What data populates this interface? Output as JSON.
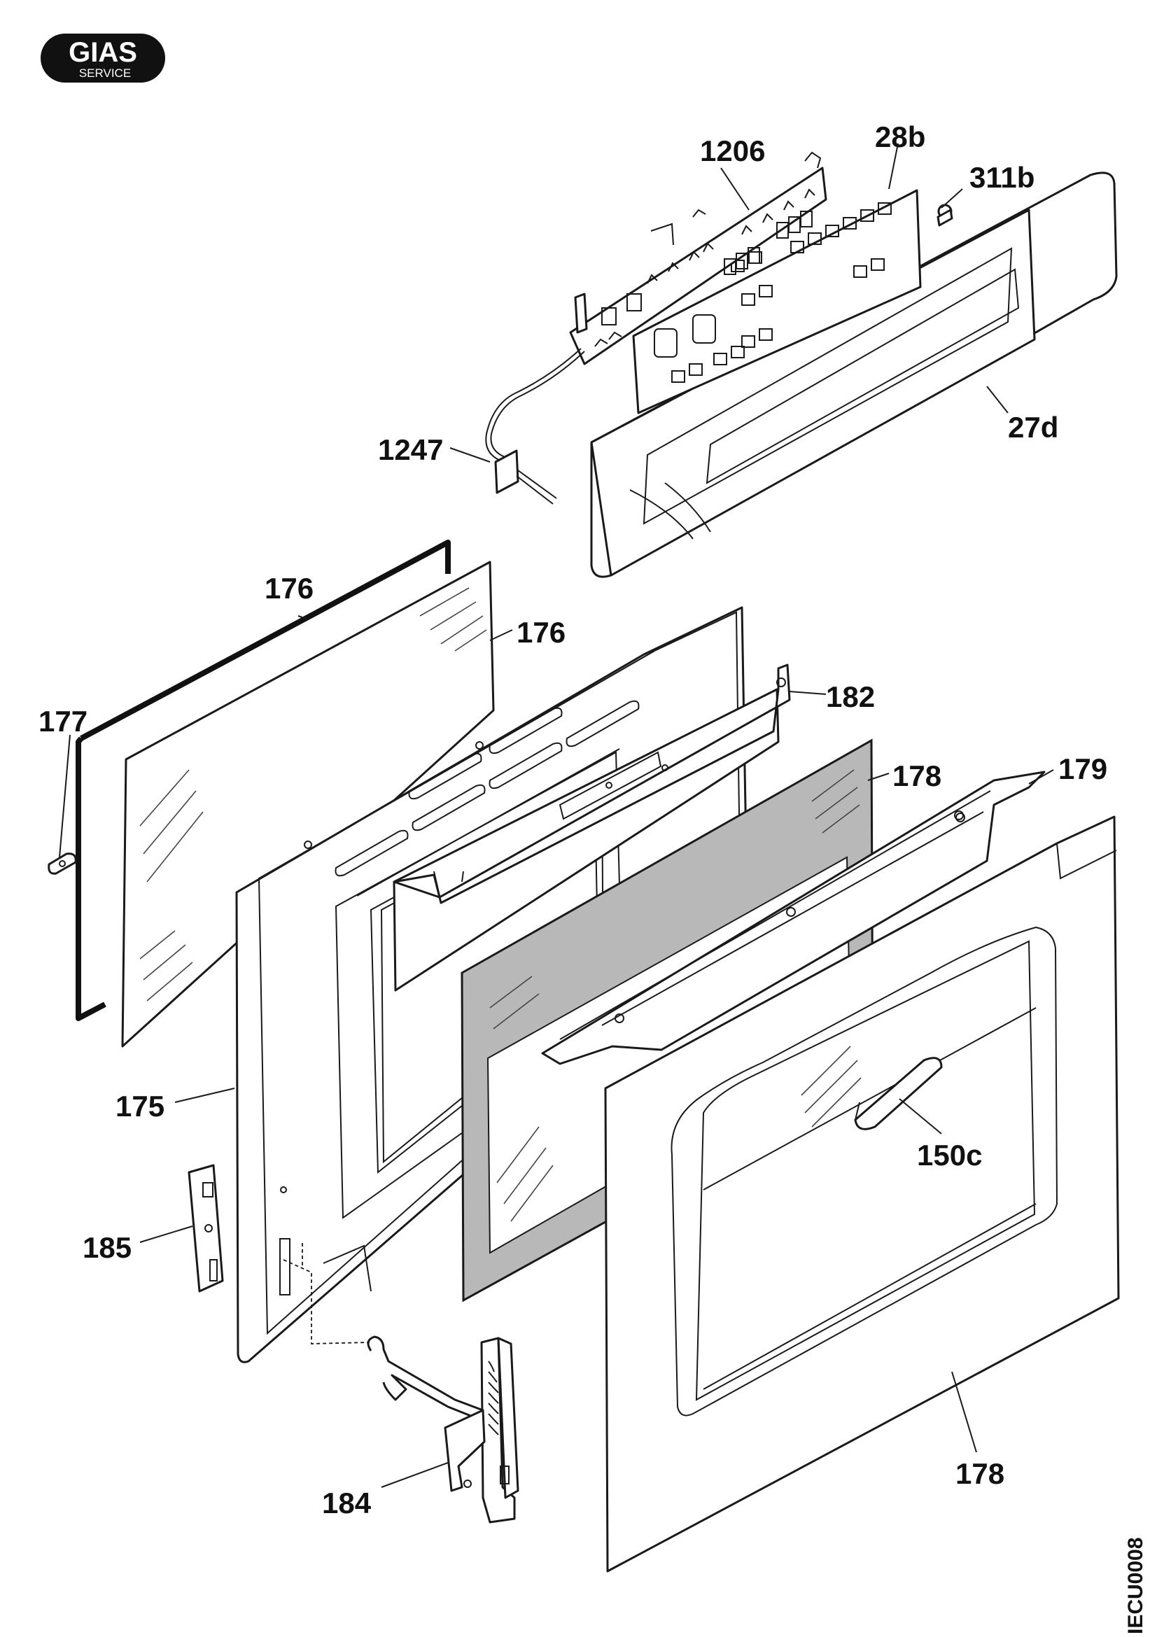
{
  "logo": {
    "brand": "GIAS",
    "sub": "SERVICE"
  },
  "drawing_code": "IECU0008",
  "colors": {
    "line": "#1a1a1a",
    "glass_tint": "#b8b8b8",
    "paper": "#ffffff"
  },
  "labels": {
    "p1206": "1206",
    "p28b": "28b",
    "p311b": "311b",
    "p27d": "27d",
    "p1247": "1247",
    "p176a": "176",
    "p176b": "176",
    "p177": "177",
    "p182": "182",
    "p178a": "178",
    "p179": "179",
    "p175": "175",
    "p150c": "150c",
    "p185": "185",
    "p184": "184",
    "p178b": "178"
  }
}
